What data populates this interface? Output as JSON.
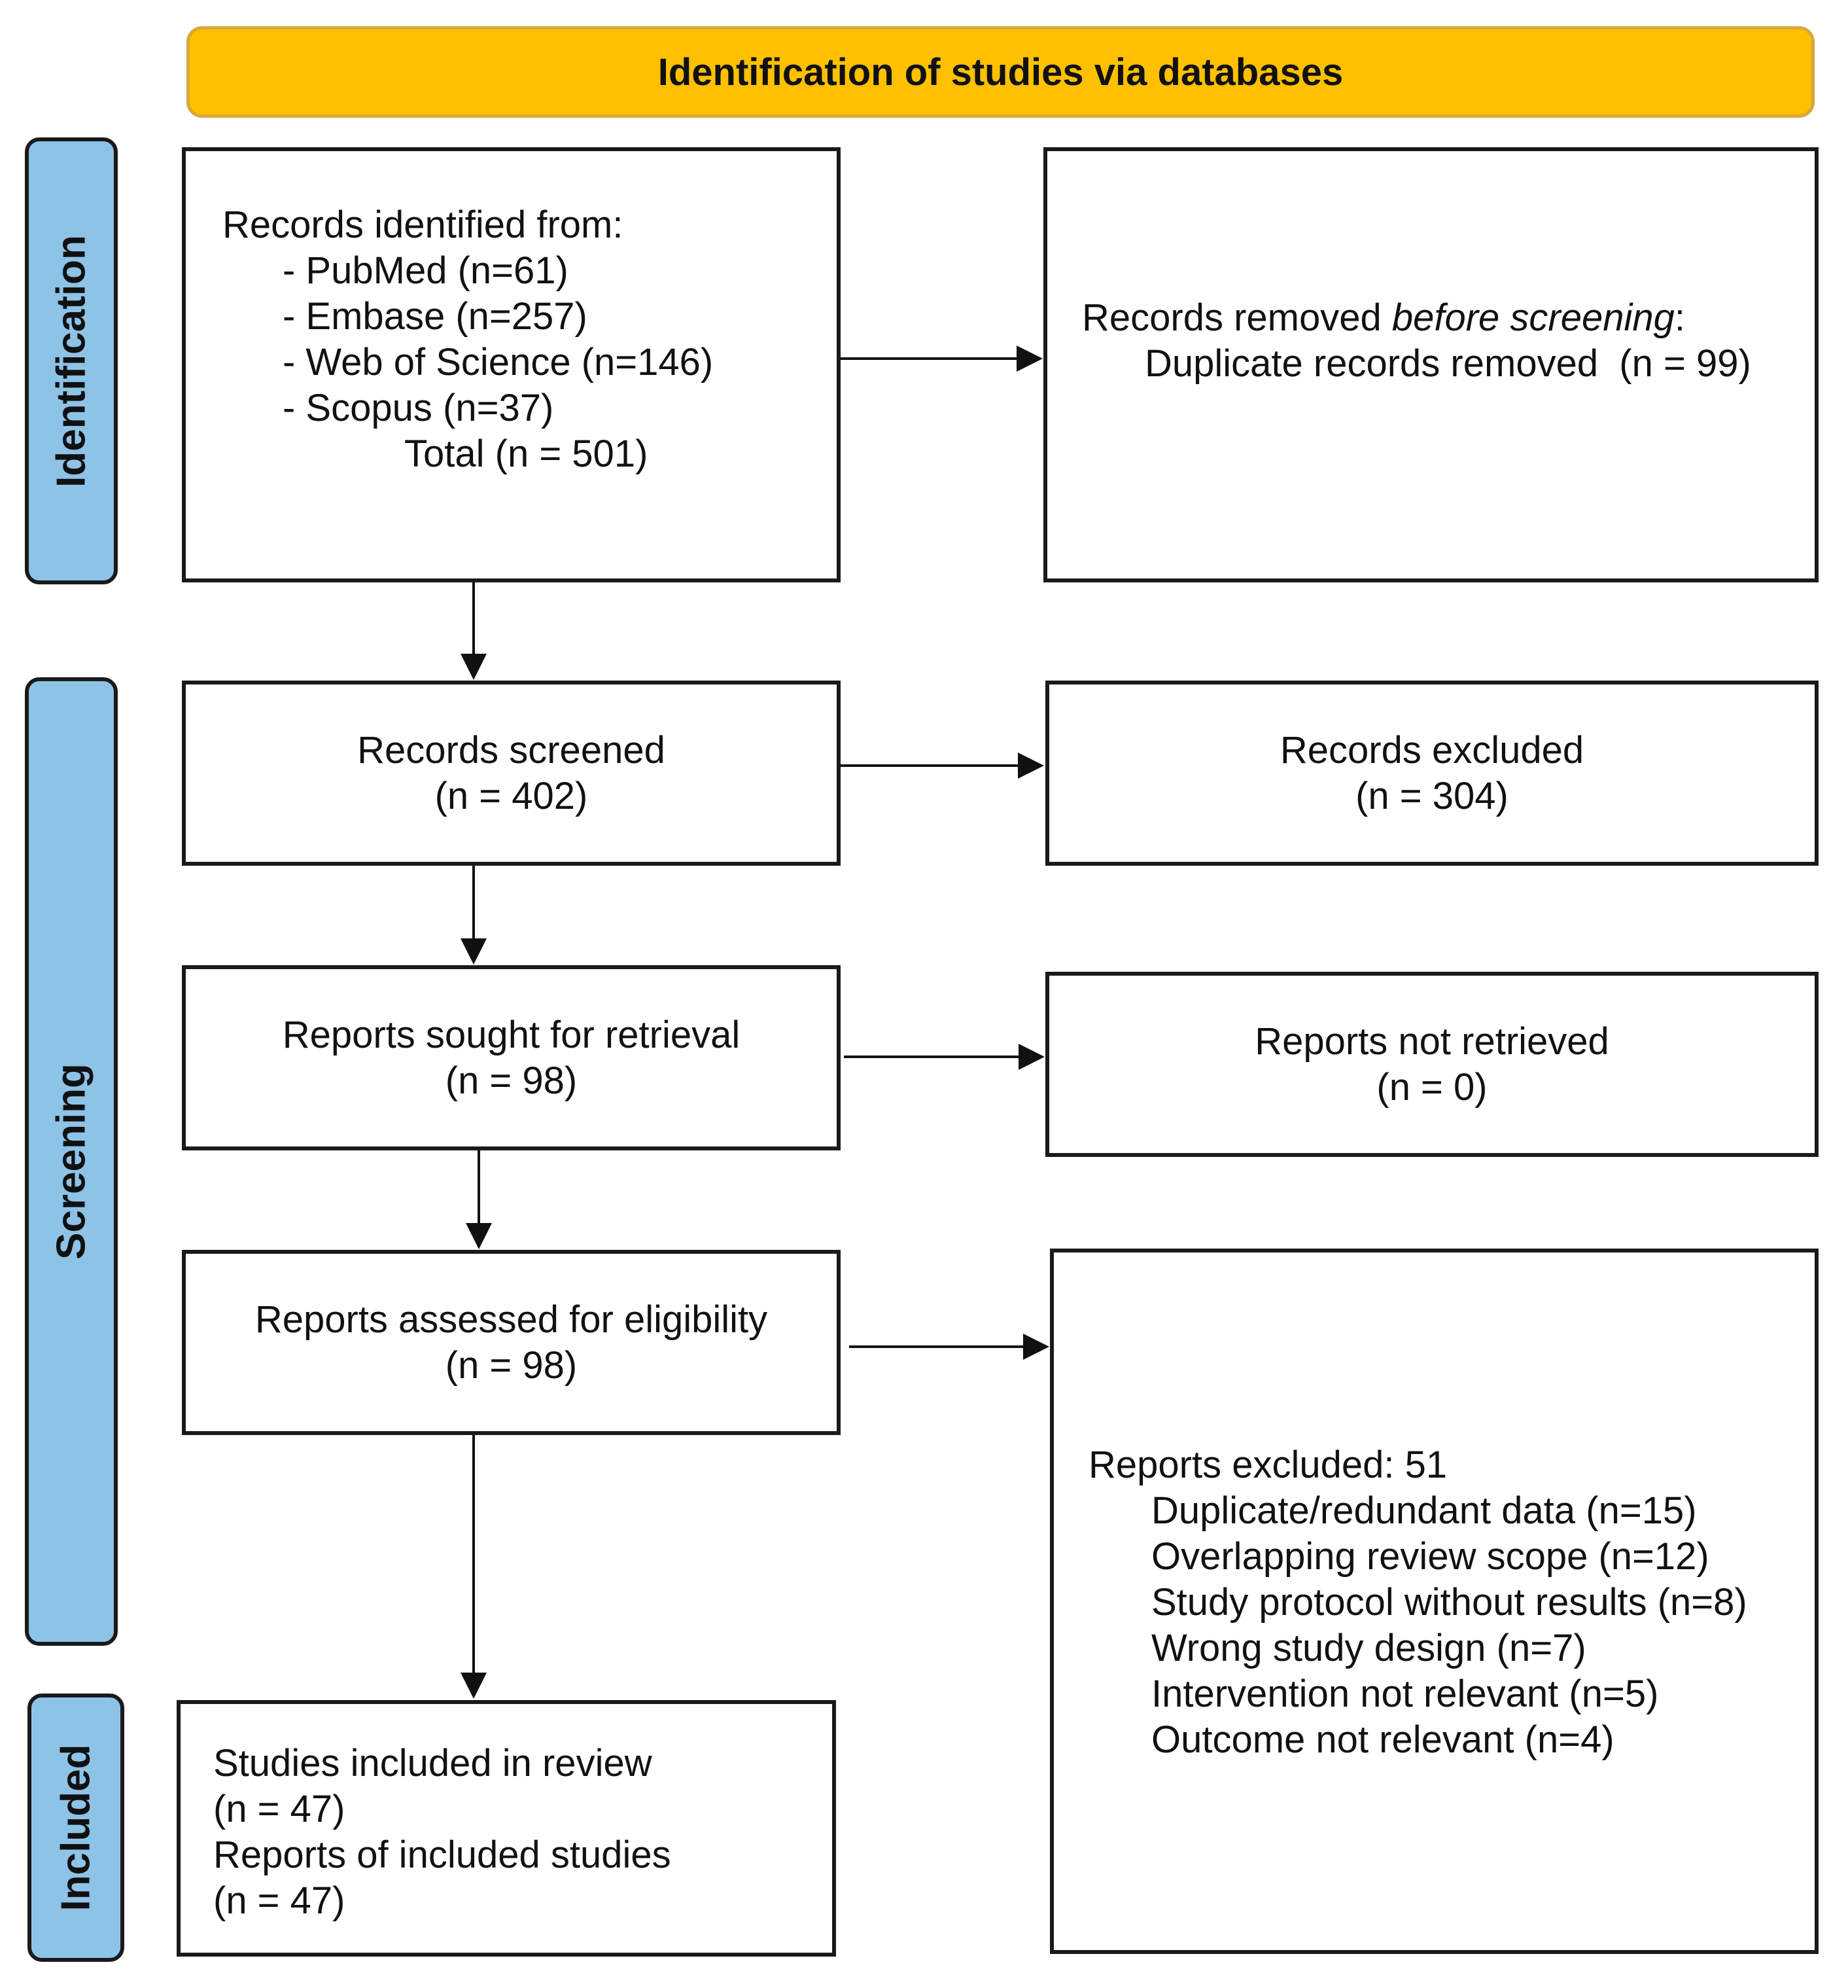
{
  "header": {
    "banner": "Identification of studies via databases"
  },
  "phases": {
    "identification": "Identification",
    "screening": "Screening",
    "included": "Included"
  },
  "identification": {
    "records_heading": "Records identified from:",
    "sources": [
      "- PubMed (n=61)",
      "- Embase (n=257)",
      "- Web of Science (n=146)",
      "- Scopus (n=37)"
    ],
    "total": "Total (n = 501)",
    "removed_prefix": "Records removed ",
    "removed_emphasis": "before screening",
    "removed_suffix": ":",
    "duplicates": "Duplicate records removed  (n = 99)"
  },
  "screening": {
    "screened_label": "Records screened",
    "screened_n": "(n = 402)",
    "excluded_label": "Records excluded",
    "excluded_n": "(n = 304)",
    "sought_label": "Reports sought for retrieval",
    "sought_n": "(n = 98)",
    "not_retrieved_label": "Reports not retrieved",
    "not_retrieved_n": "(n = 0)",
    "assessed_label": "Reports assessed for eligibility",
    "assessed_n": "(n = 98)",
    "reports_excluded_heading": "Reports excluded: 51",
    "reasons": [
      "Duplicate/redundant data (n=15)",
      "Overlapping review scope (n=12)",
      "Study protocol without results (n=8)",
      "Wrong study design (n=7)",
      "Intervention not relevant (n=5)",
      "Outcome not relevant (n=4)"
    ]
  },
  "included": {
    "studies_label": "Studies included in review",
    "studies_n": "(n = 47)",
    "reports_label": "Reports of included studies",
    "reports_n": "(n = 47)"
  }
}
